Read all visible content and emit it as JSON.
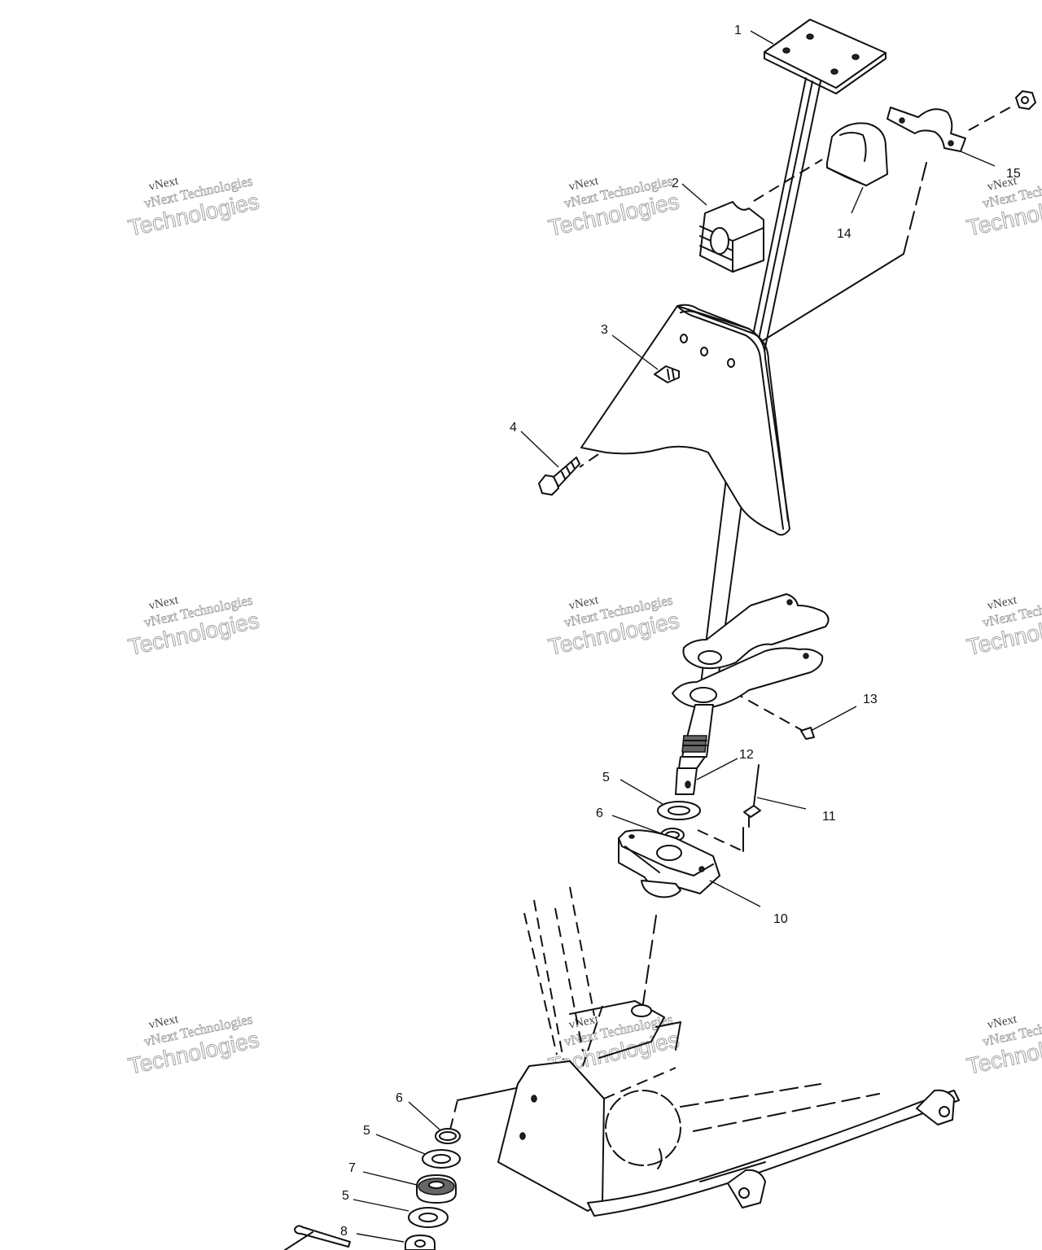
{
  "callouts": {
    "c1": "1",
    "c2": "2",
    "c3": "3",
    "c4": "4",
    "c5a": "5",
    "c5b": "5",
    "c5c": "5",
    "c6a": "6",
    "c6b": "6",
    "c7": "7",
    "c8": "8",
    "c10": "10",
    "c11": "11",
    "c12": "12",
    "c13": "13",
    "c14": "14",
    "c15": "15"
  },
  "watermark": {
    "brand_small": "vNext",
    "brand_line": "vNext Technologies",
    "brand_large": "Technologies"
  },
  "colors": {
    "ink": "#111111",
    "watermark": "#9a9a9a"
  }
}
